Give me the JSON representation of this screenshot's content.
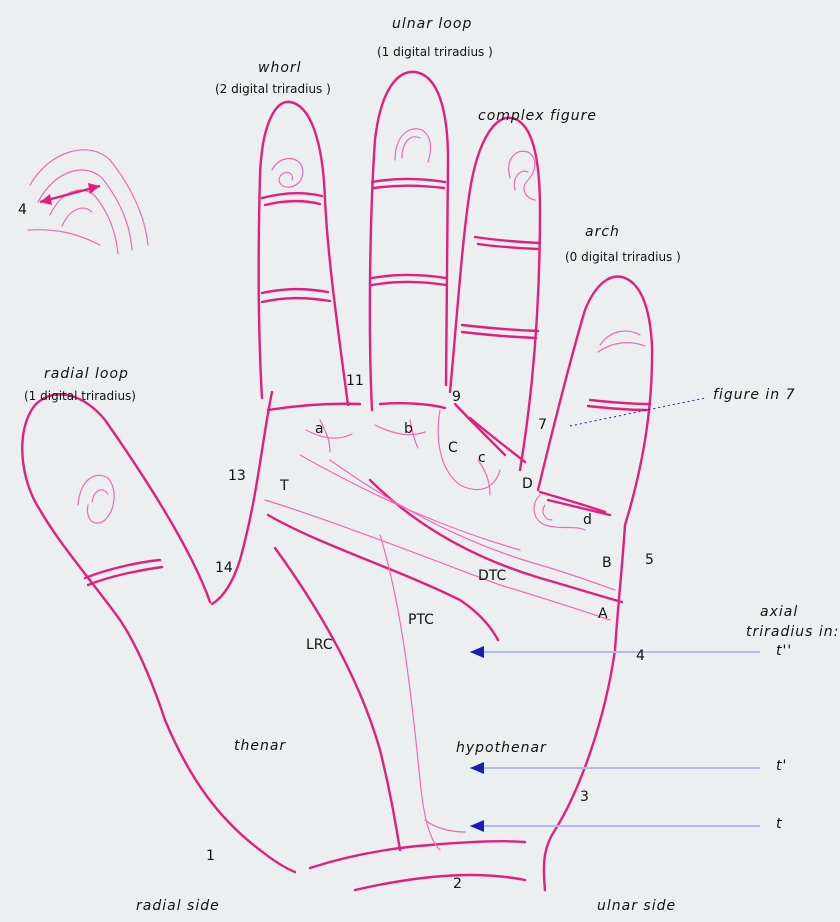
{
  "colors": {
    "background": "#eceff0",
    "main_line": "#e0207a",
    "light_line": "#f06ab4",
    "arrow": "#1c1cb8",
    "arrow_light": "#b4bbf0"
  },
  "patterns": {
    "whorl_title": "whorl",
    "whorl_sub": "(2 digital triradius )",
    "ulnar_title": "ulnar loop",
    "ulnar_sub": "(1 digital triradius )",
    "complex_title": "complex figure",
    "arch_title": "arch",
    "arch_sub": "(0 digital triradius )",
    "radial_title": "radial loop",
    "radial_sub": "(1 digital triradius)",
    "figure_in_7": "figure in 7"
  },
  "regions": {
    "thenar": "thenar",
    "hypothenar": "hypothenar",
    "radial_side": "radial side",
    "ulnar_side": "ulnar side"
  },
  "axial": {
    "title_1": "axial",
    "title_2": "triradius in:",
    "t2": "t''",
    "t1": "t'",
    "t0": "t"
  },
  "lines": {
    "dtc": "DTC",
    "ptc": "PTC",
    "lrc": "LRC"
  },
  "triradii": {
    "a": "a",
    "b": "b",
    "c": "c",
    "d": "d",
    "A": "A",
    "B": "B",
    "C": "C",
    "D": "D",
    "T": "T"
  },
  "numbers": {
    "n1": "1",
    "n2": "2",
    "n3": "3",
    "n4": "4",
    "n5": "5",
    "n7": "7",
    "n9": "9",
    "n11": "11",
    "n13": "13",
    "n14": "14",
    "inset_4": "4"
  }
}
